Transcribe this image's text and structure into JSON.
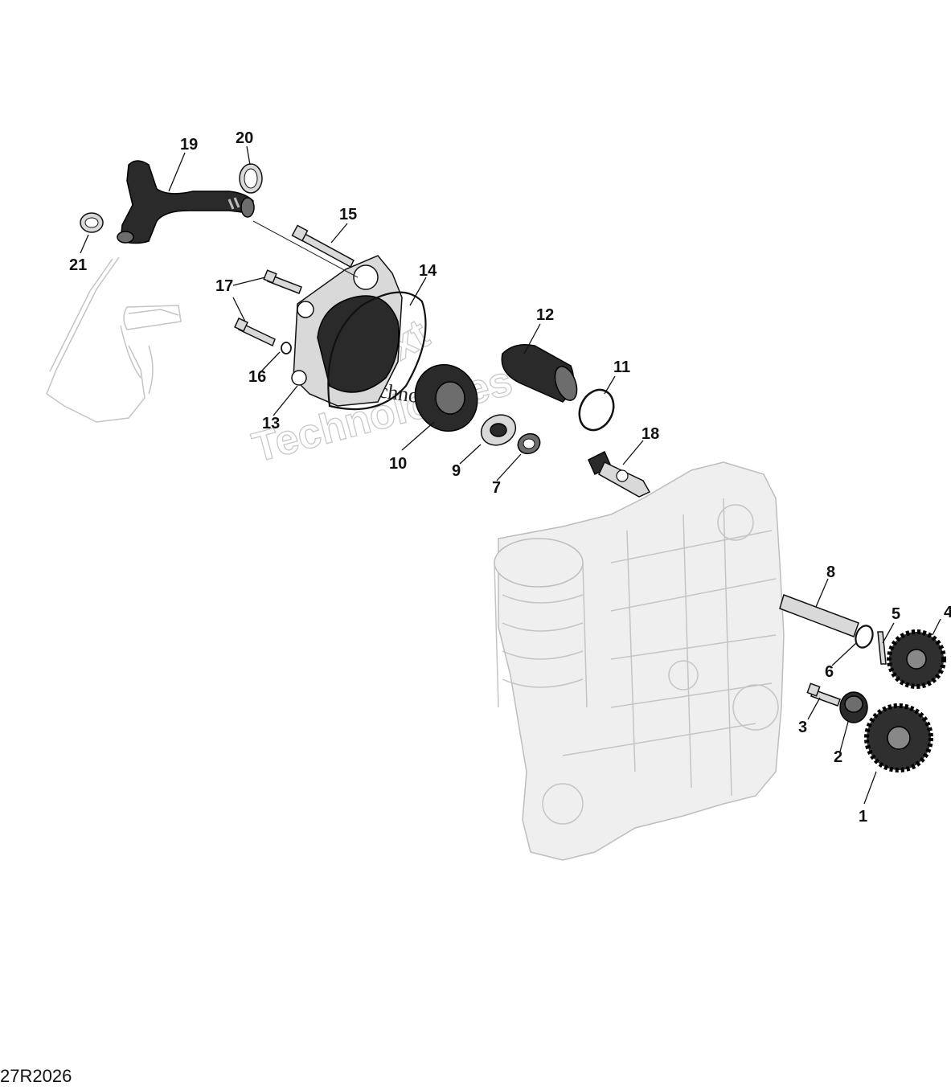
{
  "callouts": [
    "1",
    "2",
    "3",
    "4",
    "5",
    "6",
    "7",
    "8",
    "9",
    "10",
    "11",
    "12",
    "13",
    "14",
    "15",
    "16",
    "17",
    "18",
    "19",
    "20",
    "21"
  ],
  "watermark": {
    "line1": "VNext",
    "line2": "Technologies",
    "inline": "VNext Technologies"
  },
  "reference_code": "27R2026"
}
